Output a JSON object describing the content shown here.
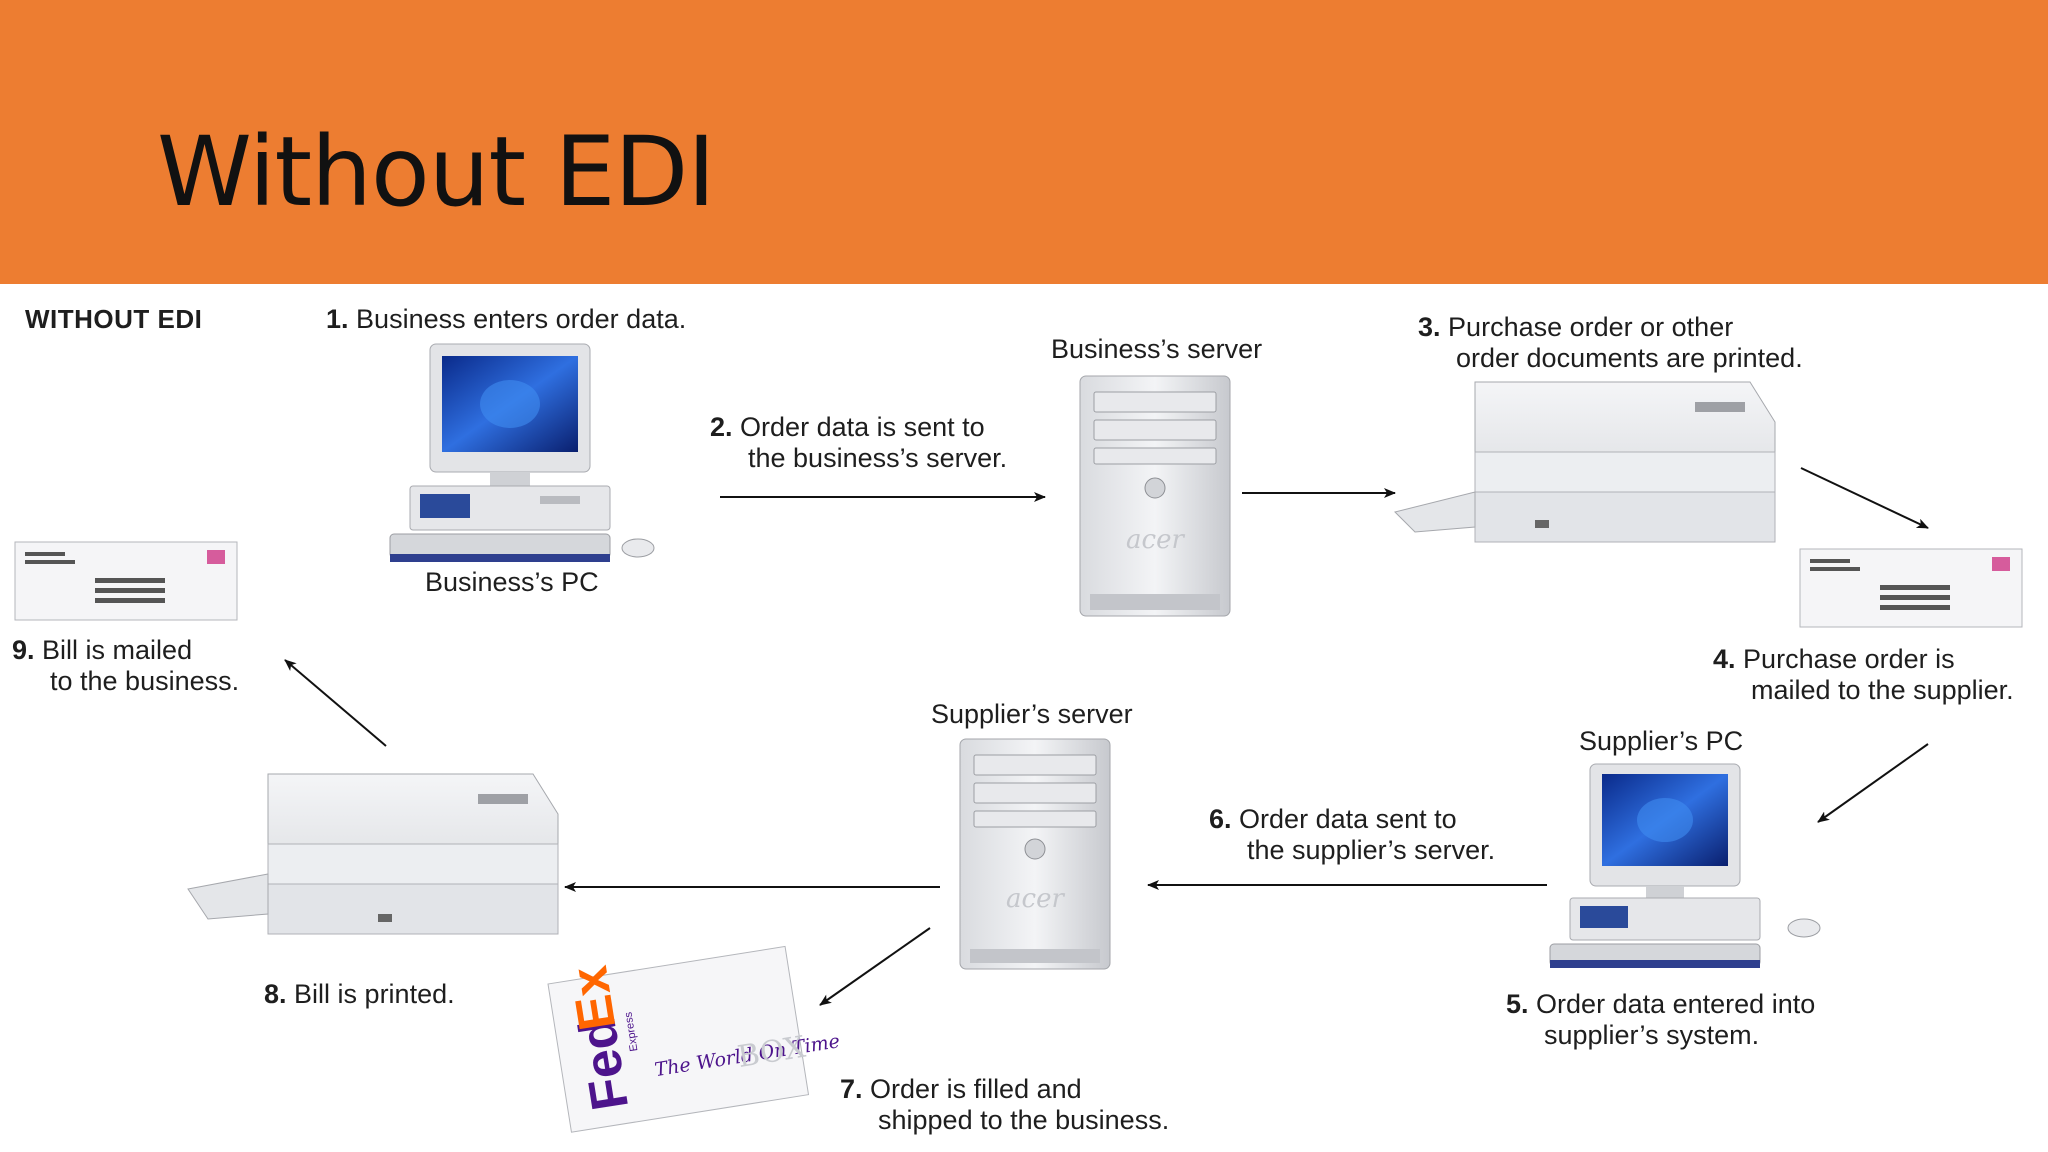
{
  "slide": {
    "title": "Without EDI",
    "banner_color": "#ED7D31"
  },
  "diagram": {
    "heading": "WITHOUT EDI",
    "nodes": {
      "business_pc": "Business’s PC",
      "business_server": "Business’s server",
      "supplier_server": "Supplier’s server",
      "supplier_pc": "Supplier’s PC"
    },
    "steps": [
      {
        "num": "1.",
        "line1": "Business enters order data.",
        "line2": ""
      },
      {
        "num": "2.",
        "line1": "Order data is sent to",
        "line2": "the business’s server."
      },
      {
        "num": "3.",
        "line1": "Purchase order or other",
        "line2": "order documents are printed."
      },
      {
        "num": "4.",
        "line1": "Purchase order is",
        "line2": "mailed to the supplier."
      },
      {
        "num": "5.",
        "line1": "Order data entered into",
        "line2": "supplier’s system."
      },
      {
        "num": "6.",
        "line1": "Order data sent to",
        "line2": "the supplier’s server."
      },
      {
        "num": "7.",
        "line1": "Order is filled and",
        "line2": "shipped to the business."
      },
      {
        "num": "8.",
        "line1": "Bill is printed.",
        "line2": ""
      },
      {
        "num": "9.",
        "line1": "Bill is mailed",
        "line2": "to the business."
      }
    ],
    "package": {
      "brand_a": "Fed",
      "brand_b": "Ex",
      "sub": "Express",
      "tagline": "The World On Time",
      "box_word": "BOX"
    },
    "server_brand": "acer",
    "icons": [
      "computer-icon",
      "server-icon",
      "printer-icon",
      "envelope-icon",
      "package-icon",
      "arrow-icon"
    ]
  }
}
